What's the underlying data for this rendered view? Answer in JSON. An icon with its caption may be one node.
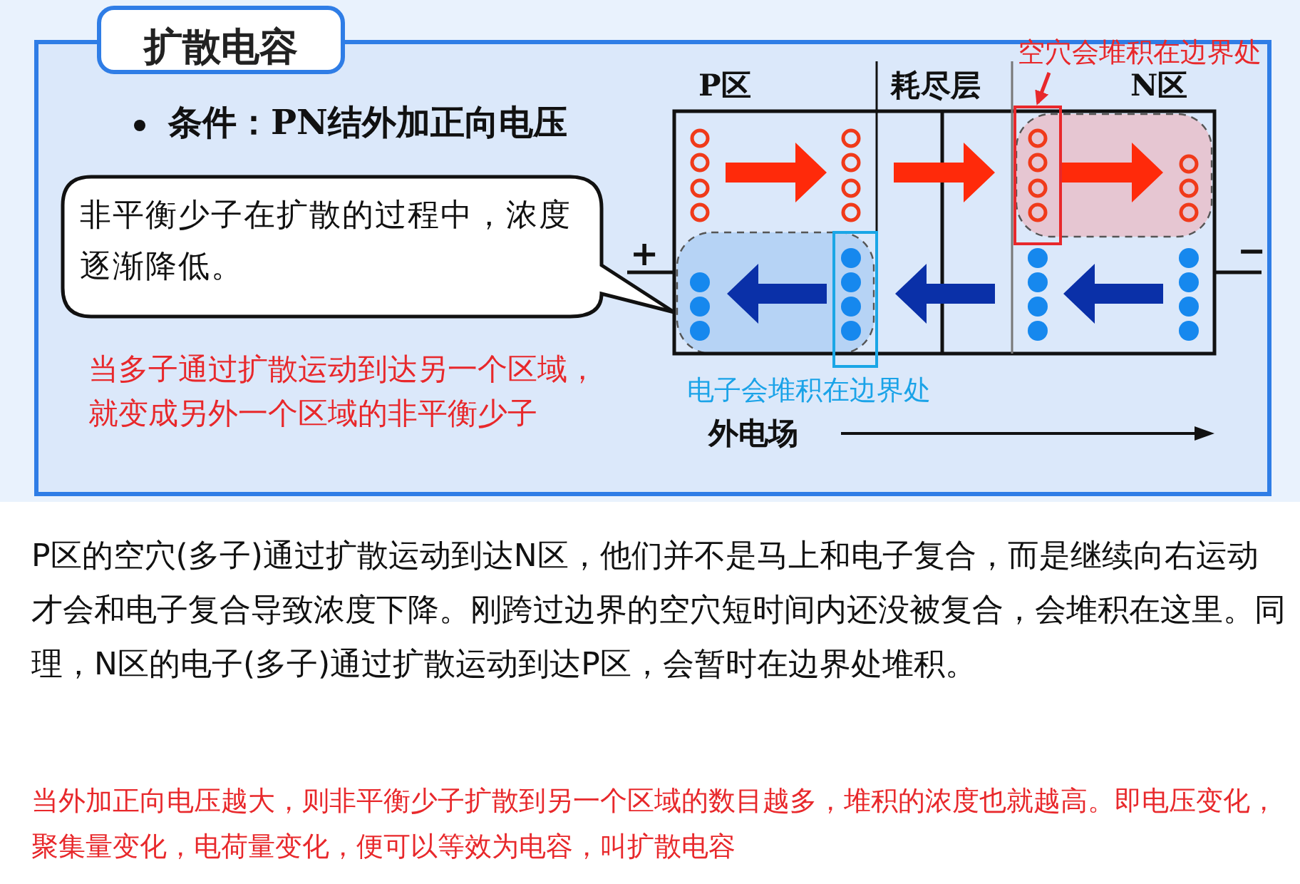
{
  "diagram": {
    "title": "扩散电容",
    "nodes": [
      {
        "text": [
          "非平衡少子在扩散的过程中，浓度逐渐降低。"
        ]
      },
      {
        "text": [
          "空穴会堆积在边界处"
        ]
      },
      {
        "text": [],
        "shape": "box"
      }
    ],
    "edges": [
      {
        "from": 1,
        "to": 2,
        "arrow": "to",
        "color": "#e8282b"
      }
    ],
    "labels": [
      "条件：PN结外加正向电压",
      "P区",
      "耗尽层",
      "N区",
      "+",
      "−",
      "当多子通过扩散运动到达另一个区域，就变成另外一个区域的非平衡少子",
      "电子会堆积在边界处",
      "外电场",
      "P区的空穴(多子)通过扩散运动到达N区，他们并不是马上和电子复合，而是继续向右运动才会和电子复合导致浓度下降。刚跨过边界的空穴短时间内还没被复合，会堆积在这里。同理，N区的电子(多子)通过扩散运动到达P区，会暂时在边界处堆积。",
      "当外加正向电压越大，则非平衡少子扩散到另一个区域的数目越多，堆积的浓度也就越高。即电压变化，聚集量变化，电荷量变化，便可以等效为电容，叫扩散电容"
    ]
  }
}
